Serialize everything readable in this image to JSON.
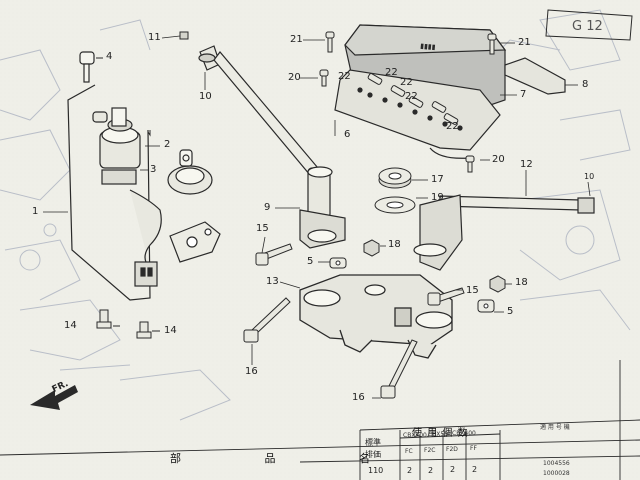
{
  "callouts": {
    "c1": "1",
    "c2": "2",
    "c3": "3",
    "c4": "4",
    "c5a": "5",
    "c5b": "5",
    "c6": "6",
    "c7": "7",
    "c8": "8",
    "c9": "9",
    "c10a": "10",
    "c10b": "10",
    "c11": "11",
    "c12": "12",
    "c13": "13",
    "c14a": "14",
    "c14b": "14",
    "c15a": "15",
    "c15b": "15",
    "c16a": "16",
    "c16b": "16",
    "c17": "17",
    "c18a": "18",
    "c18b": "18",
    "c19": "19",
    "c20a": "20",
    "c20b": "20",
    "c21a": "21",
    "c21b": "21",
    "c22a": "22",
    "c22b": "22",
    "c22c": "22",
    "c22d": "22",
    "c22e": "22"
  },
  "direction_marker": "FR.",
  "page_tab": "G 12",
  "table": {
    "heading_kana": "使 用 個 数",
    "applicable_heading": "適 用 号 機",
    "row_label_1": "標準",
    "row_label_2": "排価",
    "models": [
      "CBX400",
      "CBX550",
      "CBX400"
    ],
    "variants": [
      "FC",
      "F2C",
      "F2D",
      "FF"
    ],
    "part_name_heading": "部 品 名",
    "qty_values": [
      "2",
      "2",
      "2",
      "2"
    ],
    "row_num": "110",
    "serial_1": "1004556",
    "serial_2": "1000028"
  },
  "colors": {
    "paper": "#efefe8",
    "ink": "#2a2a2a",
    "faint": "#b8bcc4"
  }
}
